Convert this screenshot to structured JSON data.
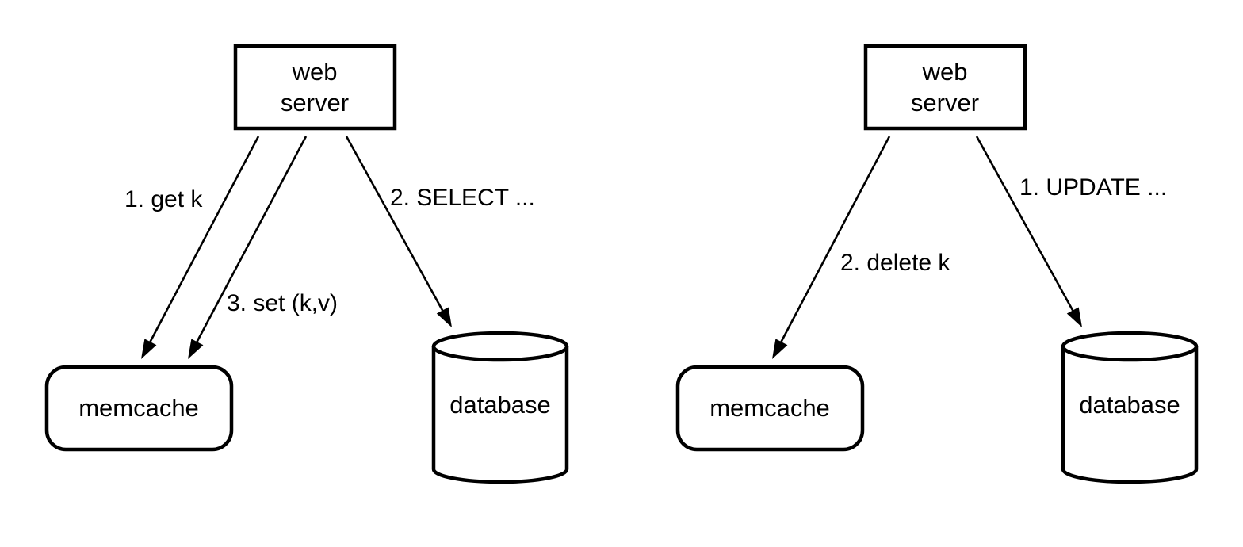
{
  "diagrams": [
    {
      "web_server": {
        "line1": "web",
        "line2": "server"
      },
      "memcache": "memcache",
      "database": "database",
      "edges": {
        "get": "1. get k",
        "select": "2. SELECT ...",
        "set": "3. set (k,v)"
      }
    },
    {
      "web_server": {
        "line1": "web",
        "line2": "server"
      },
      "memcache": "memcache",
      "database": "database",
      "edges": {
        "update": "1. UPDATE ...",
        "delete": "2. delete k"
      }
    }
  ]
}
